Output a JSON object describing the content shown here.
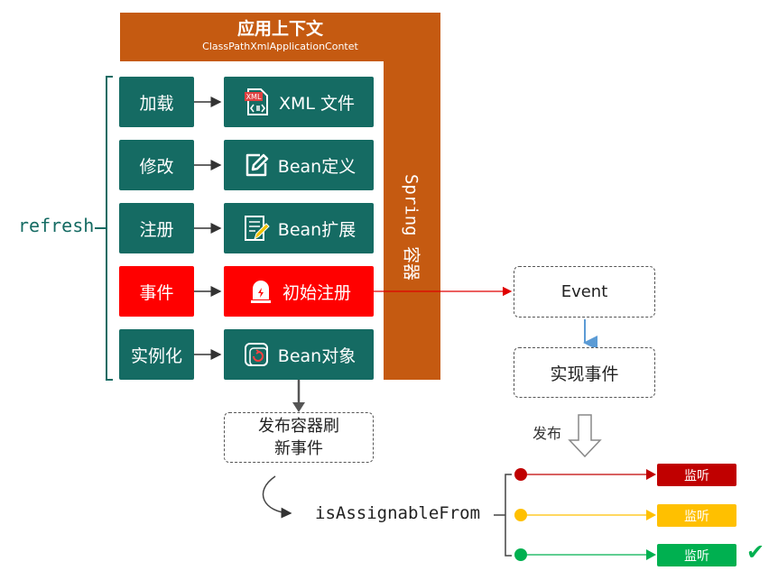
{
  "header": {
    "title": "应用上下文",
    "subtitle": "ClassPathXmlApplicationContet"
  },
  "container": {
    "label": "Spring 容器"
  },
  "refresh_label": "refresh",
  "rows": [
    {
      "left": "加载",
      "right": "XML 文件",
      "icon": "xml-file-icon",
      "highlight": false
    },
    {
      "left": "修改",
      "right": "Bean定义",
      "icon": "edit-icon",
      "highlight": false
    },
    {
      "left": "注册",
      "right": "Bean扩展",
      "icon": "document-pencil-icon",
      "highlight": false
    },
    {
      "left": "事件",
      "right": "初始注册",
      "icon": "alert-bell-icon",
      "highlight": true
    },
    {
      "left": "实例化",
      "right": "Bean对象",
      "icon": "refresh-object-icon",
      "highlight": false
    }
  ],
  "icon_badge": "XML",
  "publish_box": {
    "line1": "发布容器刷",
    "line2": "新事件"
  },
  "assignable": "isAssignableFrom",
  "event_box": "Event",
  "impl_box": "实现事件",
  "publish_label": "发布",
  "listeners": [
    {
      "label": "监听",
      "color": "#c00000"
    },
    {
      "label": "监听",
      "color": "#ffc000"
    },
    {
      "label": "监听",
      "color": "#00b050"
    }
  ],
  "checkmark": "✔",
  "colors": {
    "teal": "#156b63",
    "orange": "#c55a11",
    "red": "#ff0000",
    "green": "#00b050"
  }
}
